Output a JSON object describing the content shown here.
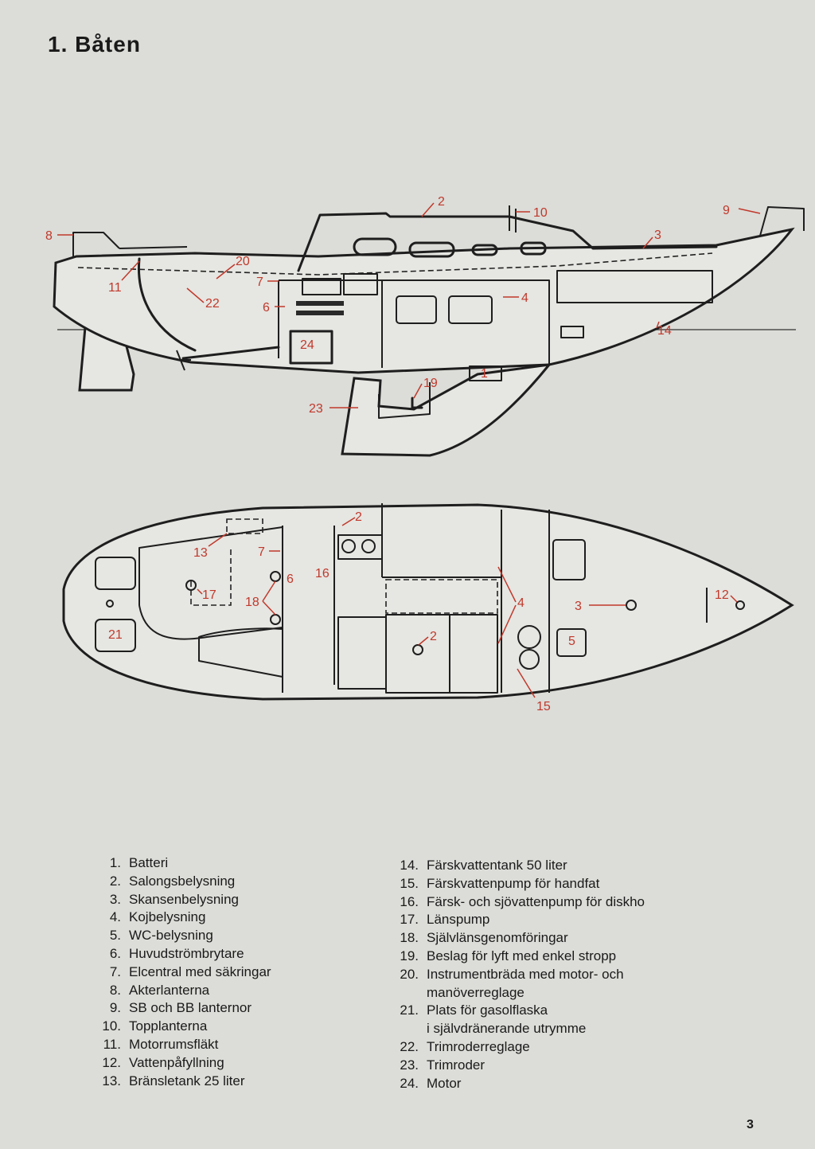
{
  "title": "1. Båten",
  "page_number": "3",
  "callouts": [
    "1",
    "2",
    "3",
    "4",
    "5",
    "6",
    "7",
    "8",
    "9",
    "10",
    "11",
    "12",
    "13",
    "14",
    "15",
    "16",
    "17",
    "18",
    "19",
    "20",
    "21",
    "22",
    "23",
    "24"
  ],
  "legend_left": [
    {
      "num": "1.",
      "text": "Batteri"
    },
    {
      "num": "2.",
      "text": "Salongsbelysning"
    },
    {
      "num": "3.",
      "text": "Skansenbelysning"
    },
    {
      "num": "4.",
      "text": "Kojbelysning"
    },
    {
      "num": "5.",
      "text": "WC-belysning"
    },
    {
      "num": "6.",
      "text": "Huvudströmbrytare"
    },
    {
      "num": "7.",
      "text": "Elcentral med säkringar"
    },
    {
      "num": "8.",
      "text": "Akterlanterna"
    },
    {
      "num": "9.",
      "text": "SB och BB lanternor"
    },
    {
      "num": "10.",
      "text": "Topplanterna"
    },
    {
      "num": "11.",
      "text": "Motorrumsfläkt"
    },
    {
      "num": "12.",
      "text": "Vattenpåfyllning"
    },
    {
      "num": "13.",
      "text": "Bränsletank 25 liter"
    }
  ],
  "legend_right": [
    {
      "num": "14.",
      "text": "Färskvattentank 50 liter"
    },
    {
      "num": "15.",
      "text": "Färskvattenpump för handfat"
    },
    {
      "num": "16.",
      "text": "Färsk- och sjövattenpump för diskho"
    },
    {
      "num": "17.",
      "text": "Länspump"
    },
    {
      "num": "18.",
      "text": "Självlänsgenomföringar"
    },
    {
      "num": "19.",
      "text": "Beslag för lyft med enkel stropp"
    },
    {
      "num": "20.",
      "text": "Instrumentbräda med motor- och"
    },
    {
      "num": "",
      "text": "manöverreglage"
    },
    {
      "num": "21.",
      "text": "Plats för gasolflaska"
    },
    {
      "num": "",
      "text": "i självdränerande utrymme"
    },
    {
      "num": "22.",
      "text": "Trimroderreglage"
    },
    {
      "num": "23.",
      "text": "Trimroder"
    },
    {
      "num": "24.",
      "text": "Motor"
    }
  ]
}
